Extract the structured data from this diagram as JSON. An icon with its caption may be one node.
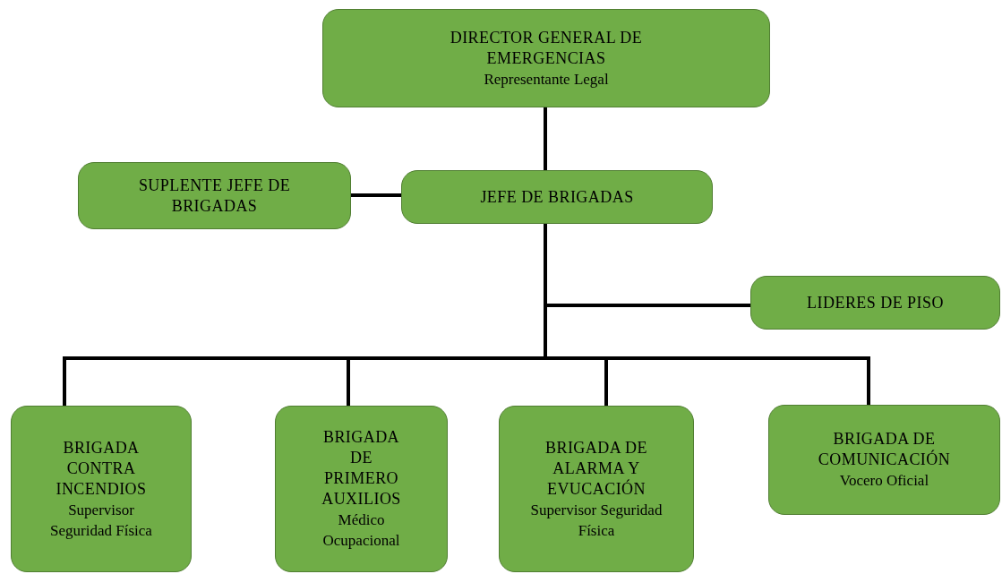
{
  "diagram": {
    "nodes": [
      {
        "text": [
          "DIRECTOR GENERAL DE EMERGENCIAS",
          "Representante Legal"
        ]
      },
      {
        "text": [
          "SUPLENTE JEFE DE BRIGADAS"
        ]
      },
      {
        "text": [
          "JEFE DE BRIGADAS"
        ]
      },
      {
        "text": [
          "LIDERES DE PISO"
        ]
      },
      {
        "text": [
          "BRIGADA CONTRA INCENDIOS",
          "Supervisor Seguridad Física"
        ]
      },
      {
        "text": [
          "BRIGADA DE PRIMERO AUXILIOS",
          "Médico Ocupacional"
        ]
      },
      {
        "text": [
          "BRIGADA DE ALARMA Y EVUCACIÓN",
          "Supervisor Seguridad Física"
        ]
      },
      {
        "text": [
          "BRIGADA DE COMUNICACIÓN",
          "Vocero Oficial"
        ]
      }
    ],
    "edges": [
      {
        "from": 0,
        "to": 2,
        "arrow": "none"
      },
      {
        "from": 1,
        "to": 2,
        "arrow": "none"
      },
      {
        "from": 2,
        "to": 3,
        "arrow": "none"
      },
      {
        "from": 2,
        "to": 4,
        "arrow": "none"
      },
      {
        "from": 2,
        "to": 5,
        "arrow": "none"
      },
      {
        "from": 2,
        "to": 6,
        "arrow": "none"
      },
      {
        "from": 2,
        "to": 7,
        "arrow": "none"
      }
    ]
  }
}
